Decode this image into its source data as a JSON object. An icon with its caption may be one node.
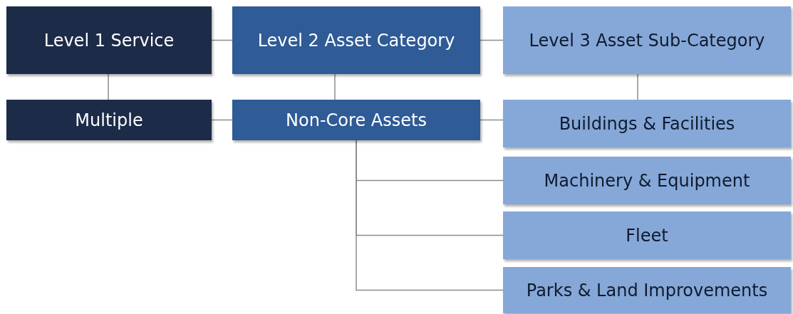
{
  "diagram": {
    "nodes": [
      {
        "text": [
          "Level 1 Service"
        ]
      },
      {
        "text": [
          "Level 2 Asset Category"
        ]
      },
      {
        "text": [
          "Level 3 Asset Sub-Category"
        ]
      },
      {
        "text": [
          "Multiple"
        ]
      },
      {
        "text": [
          "Non-Core Assets"
        ]
      },
      {
        "text": [
          "Buildings & Facilities"
        ]
      },
      {
        "text": [
          "Machinery & Equipment"
        ]
      },
      {
        "text": [
          "Fleet"
        ]
      },
      {
        "text": [
          "Parks & Land Improvements"
        ]
      }
    ],
    "edges": [
      {
        "from": 0,
        "to": 1,
        "arrow": "none"
      },
      {
        "from": 1,
        "to": 2,
        "arrow": "none"
      },
      {
        "from": 0,
        "to": 3,
        "arrow": "none"
      },
      {
        "from": 1,
        "to": 4,
        "arrow": "none"
      },
      {
        "from": 2,
        "to": 5,
        "arrow": "none"
      },
      {
        "from": 3,
        "to": 4,
        "arrow": "none"
      },
      {
        "from": 4,
        "to": 5,
        "arrow": "none"
      },
      {
        "from": 4,
        "to": 6,
        "arrow": "none"
      },
      {
        "from": 4,
        "to": 7,
        "arrow": "none"
      },
      {
        "from": 4,
        "to": 8,
        "arrow": "none"
      }
    ]
  }
}
